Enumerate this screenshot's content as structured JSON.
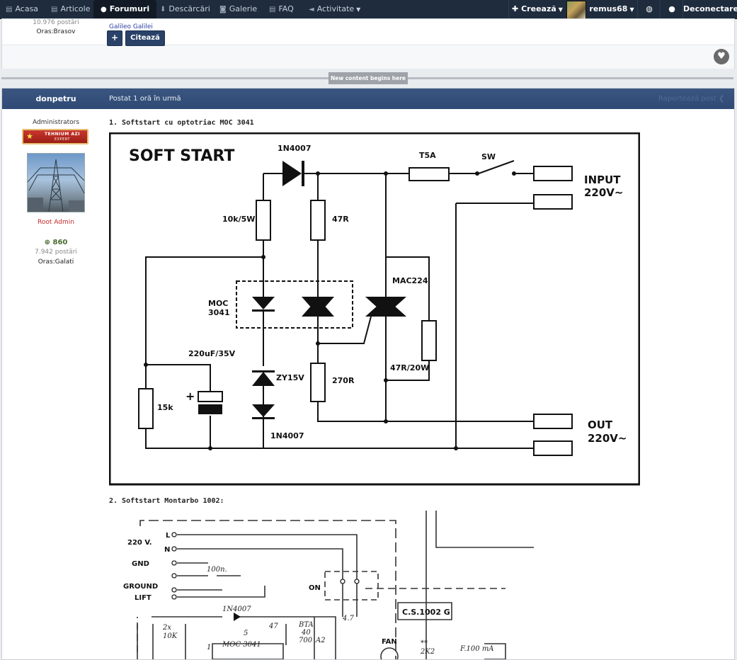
{
  "nav": {
    "items": [
      {
        "label": "Acasa",
        "icon": "document-icon"
      },
      {
        "label": "Articole",
        "icon": "document-icon"
      },
      {
        "label": "Forumuri",
        "icon": "chat-bubbles-icon",
        "active": true
      },
      {
        "label": "Descărcări",
        "icon": "download-icon"
      },
      {
        "label": "Galerie",
        "icon": "camera-icon"
      },
      {
        "label": "FAQ",
        "icon": "document-icon"
      },
      {
        "label": "Activitate",
        "icon": "megaphone-icon"
      }
    ],
    "create_label": "Creează",
    "username": "remus68",
    "logout_label": "Deconectare"
  },
  "prev_post": {
    "post_count": "10.976 postări",
    "location": "Oras:Brasov",
    "signature": "Galileo Galilei",
    "quote_label": "Citează",
    "plus_label": "+"
  },
  "divider_label": "New content begins here",
  "post": {
    "author": "donpetru",
    "date": "Postat 1 oră în urmă",
    "report": "Raportează post",
    "group": "Administrators",
    "badge_line1": "TEHNIUM AZI",
    "badge_line2": "EXPERT",
    "rank": "Root Admin",
    "reputation": "860",
    "post_count": "7.942 postări",
    "location": "Oras:Galati",
    "heading1": "1. Softstart cu optotriac MOC 3041",
    "heading2": "2. Softstart Montarbo 1002:"
  },
  "schematic1": {
    "title": "SOFT START",
    "d1": "1N4007",
    "fuse": "T5A",
    "sw": "SW",
    "input_line1": "INPUT",
    "input_line2": "220V~",
    "r1": "10k/5W",
    "r2": "47R",
    "moc_line1": "MOC",
    "moc_line2": "3041",
    "triac": "MAC224",
    "cap": "220uF/35V",
    "zener": "ZY15V",
    "r3": "270R",
    "r4": "47R/20W",
    "r5": "15k",
    "d2": "1N4007",
    "out_line1": "OUT",
    "out_line2": "220V~",
    "plus": "+"
  },
  "schematic2": {
    "v220": "220 V.",
    "l": "L",
    "n": "N",
    "gnd": "GND",
    "ground": "GROUND",
    "lift": "LIFT",
    "cap": "100n.",
    "on": "ON",
    "diode": "1N4007",
    "board": "C.S.1002 G",
    "r2x": "2x",
    "r10k": "10K",
    "n5": "5",
    "moc": "MOC 3041",
    "n1": "1",
    "r47": "47",
    "bta1": "BTA",
    "bta2": "40",
    "bta3": "700",
    "a2": "A2",
    "r47b": "4.7",
    "fan": "FAN",
    "stars": "**",
    "r2k2": "2K2",
    "fuse": "F.100 mA"
  }
}
